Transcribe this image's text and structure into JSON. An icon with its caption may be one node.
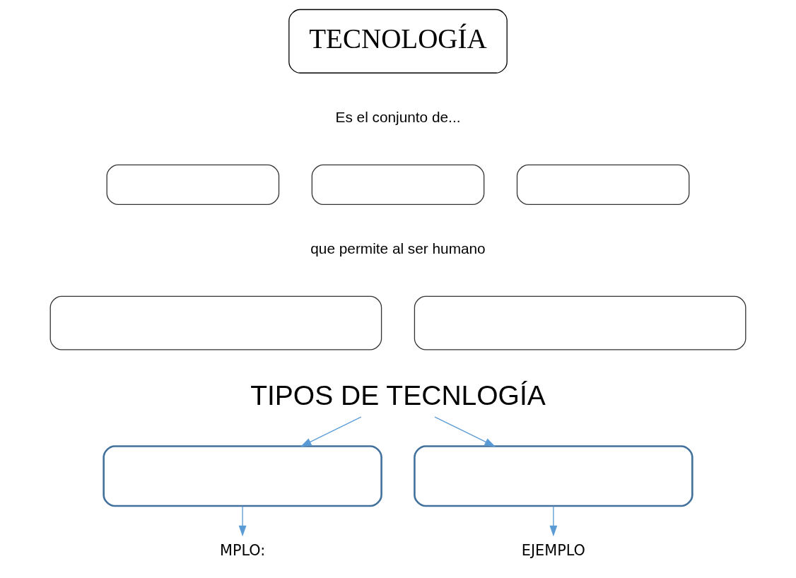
{
  "diagram": {
    "nodes": [
      {
        "text": [
          "TECNOLOGÍA"
        ]
      },
      {
        "text": [],
        "shape": "box"
      },
      {
        "text": [],
        "shape": "box"
      },
      {
        "text": [],
        "shape": "box"
      },
      {
        "text": [],
        "shape": "box"
      },
      {
        "text": [],
        "shape": "box"
      },
      {
        "text": [
          "TIPOS DE TECNLOGÍA"
        ]
      },
      {
        "text": [],
        "shape": "box"
      },
      {
        "text": [],
        "shape": "box"
      },
      {
        "text": [
          "MPLO:"
        ]
      },
      {
        "text": [
          "EJEMPLO"
        ]
      }
    ],
    "edges": [
      {
        "from": 6,
        "to": 7,
        "arrow": "to"
      },
      {
        "from": 6,
        "to": 8,
        "arrow": "to"
      },
      {
        "from": 7,
        "to": 9,
        "arrow": "to"
      },
      {
        "from": 8,
        "to": 10,
        "arrow": "to"
      }
    ],
    "labels": [
      "Es el conjunto de...",
      "que permite al ser humano"
    ]
  }
}
